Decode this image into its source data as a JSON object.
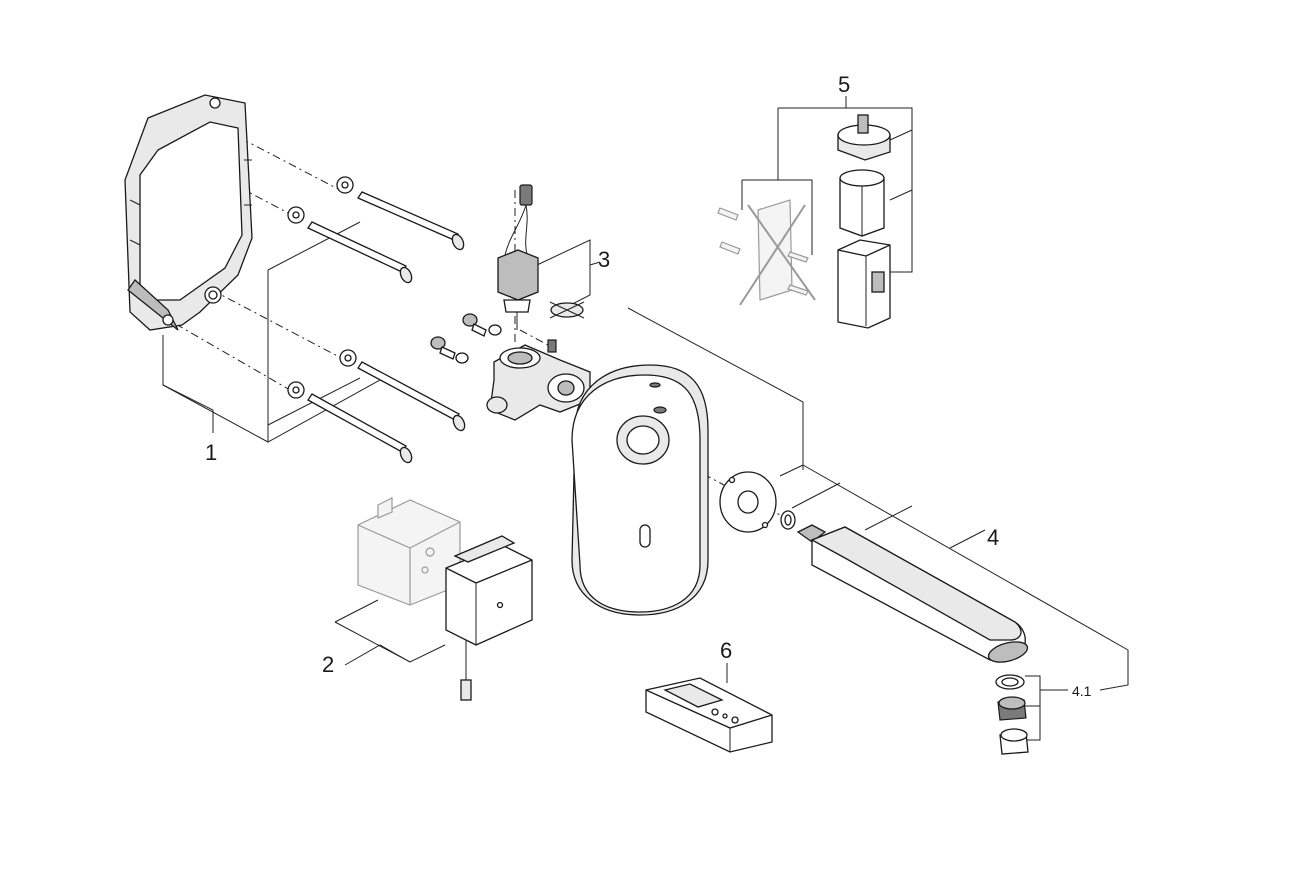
{
  "diagram": {
    "labels": {
      "part_1": "1",
      "part_2": "2",
      "part_3": "3",
      "part_4": "4",
      "part_4_1": "4.1",
      "part_5": "5",
      "part_6": "6"
    }
  }
}
